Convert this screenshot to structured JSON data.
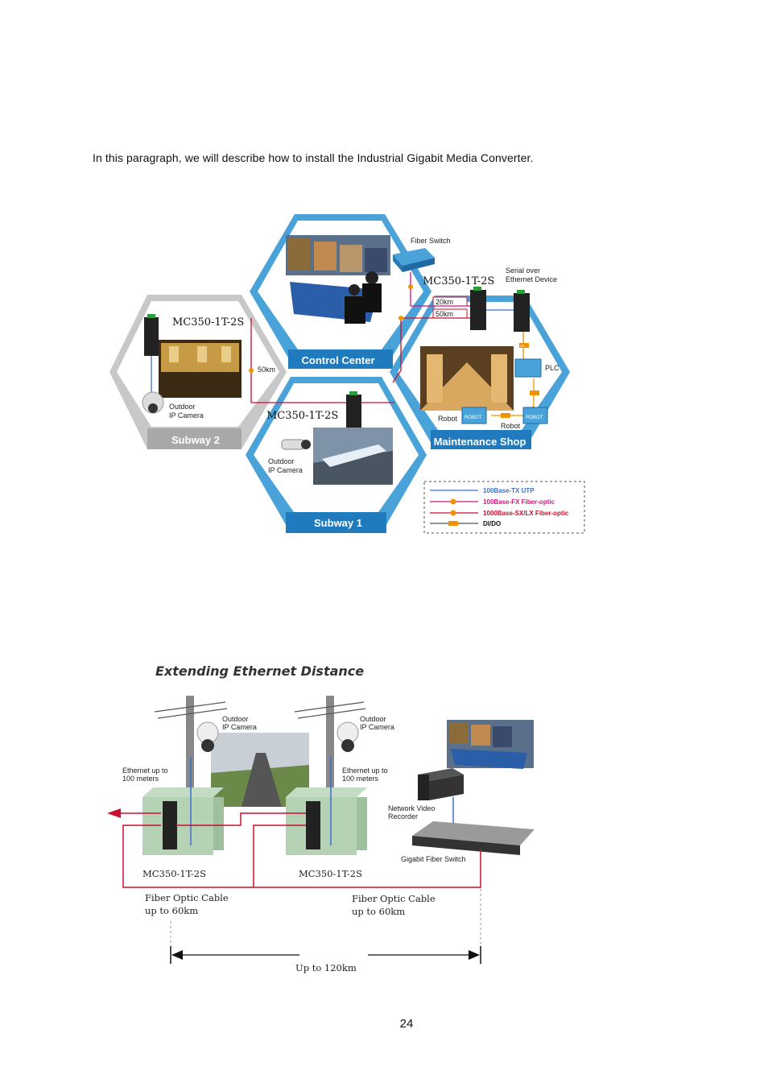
{
  "intro": "In this paragraph, we will describe how to install the Industrial Gigabit Media Converter.",
  "page_number": "24",
  "diagram1": {
    "hex_control": "Control Center",
    "hex_subway2": "Subway 2",
    "hex_subway1": "Subway 1",
    "hex_maint": "Maintenance Shop",
    "fiber_switch": "Fiber Switch",
    "mc_top": "MC350-1T-2S",
    "mc_left": "MC350-1T-2S",
    "mc_mid": "MC350-1T-2S",
    "serial_l1": "Serial over",
    "serial_l2": "Ethernet Device",
    "d20": "20km",
    "d50": "50km",
    "d50b": "50km",
    "plc": "PLC",
    "robot1": "Robot",
    "robot2": "Robot",
    "robot_tag": "ROBOT",
    "io_tag": "I/O",
    "cam_left_l1": "Outdoor",
    "cam_left_l2": "IP Camera",
    "cam_mid_l1": "Outdoor",
    "cam_mid_l2": "IP Camera",
    "legend": {
      "utp": "100Base-TX UTP",
      "fx": "100Base-FX Fiber-optic",
      "sx": "1000Base-SX/LX Fiber-optic",
      "dido": "DI/DO"
    }
  },
  "diagram2": {
    "title": "Extending Ethernet Distance",
    "cam1_l1": "Outdoor",
    "cam1_l2": "IP Camera",
    "cam2_l1": "Outdoor",
    "cam2_l2": "IP Camera",
    "eth1_l1": "Ethernet up to",
    "eth1_l2": "100 meters",
    "eth2_l1": "Ethernet up to",
    "eth2_l2": "100 meters",
    "nvr_l1": "Network Video",
    "nvr_l2": "Recorder",
    "switch": "Gigabit Fiber Switch",
    "mc1": "MC350-1T-2S",
    "mc2": "MC350-1T-2S",
    "fiber1_l1": "Fiber Optic Cable",
    "fiber1_l2": "up to 60km",
    "fiber2_l1": "Fiber Optic Cable",
    "fiber2_l2": "up to 60km",
    "total": "Up to 120km"
  },
  "colors": {
    "hex_blue": "#4aa3d8",
    "hex_dark": "#1a7ab8",
    "hex_gray": "#b9b9b9",
    "fiber_red": "#c8102e",
    "utp_blue": "#3b6fd1",
    "fx_magenta": "#d4157f",
    "dido_orange": "#f39200"
  }
}
